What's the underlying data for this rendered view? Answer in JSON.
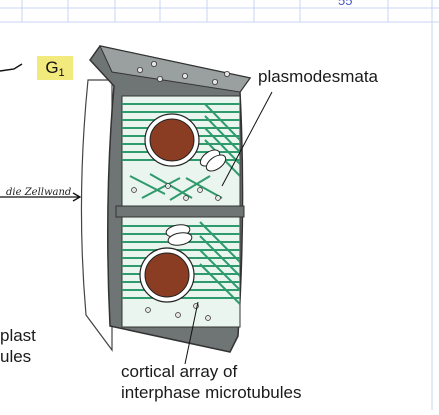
{
  "page_number": "55",
  "phase_badge": {
    "letter": "G",
    "subscript": "1"
  },
  "labels": {
    "plasmodesmata": "plasmodesmata",
    "cortical_array_line1": "cortical array of",
    "cortical_array_line2": "interphase microtubules",
    "left_fragment_top": "plast",
    "left_fragment_bottom": "ules"
  },
  "handwritten_note": "die Zellwand",
  "colors": {
    "cell_wall": "#6f7574",
    "cytoplasm": "#e9f5ee",
    "microtubule": "#2f9a6c",
    "nucleus": "#8a3d22",
    "badge": "#f2ea7c",
    "grid": "#c9d4f4"
  }
}
